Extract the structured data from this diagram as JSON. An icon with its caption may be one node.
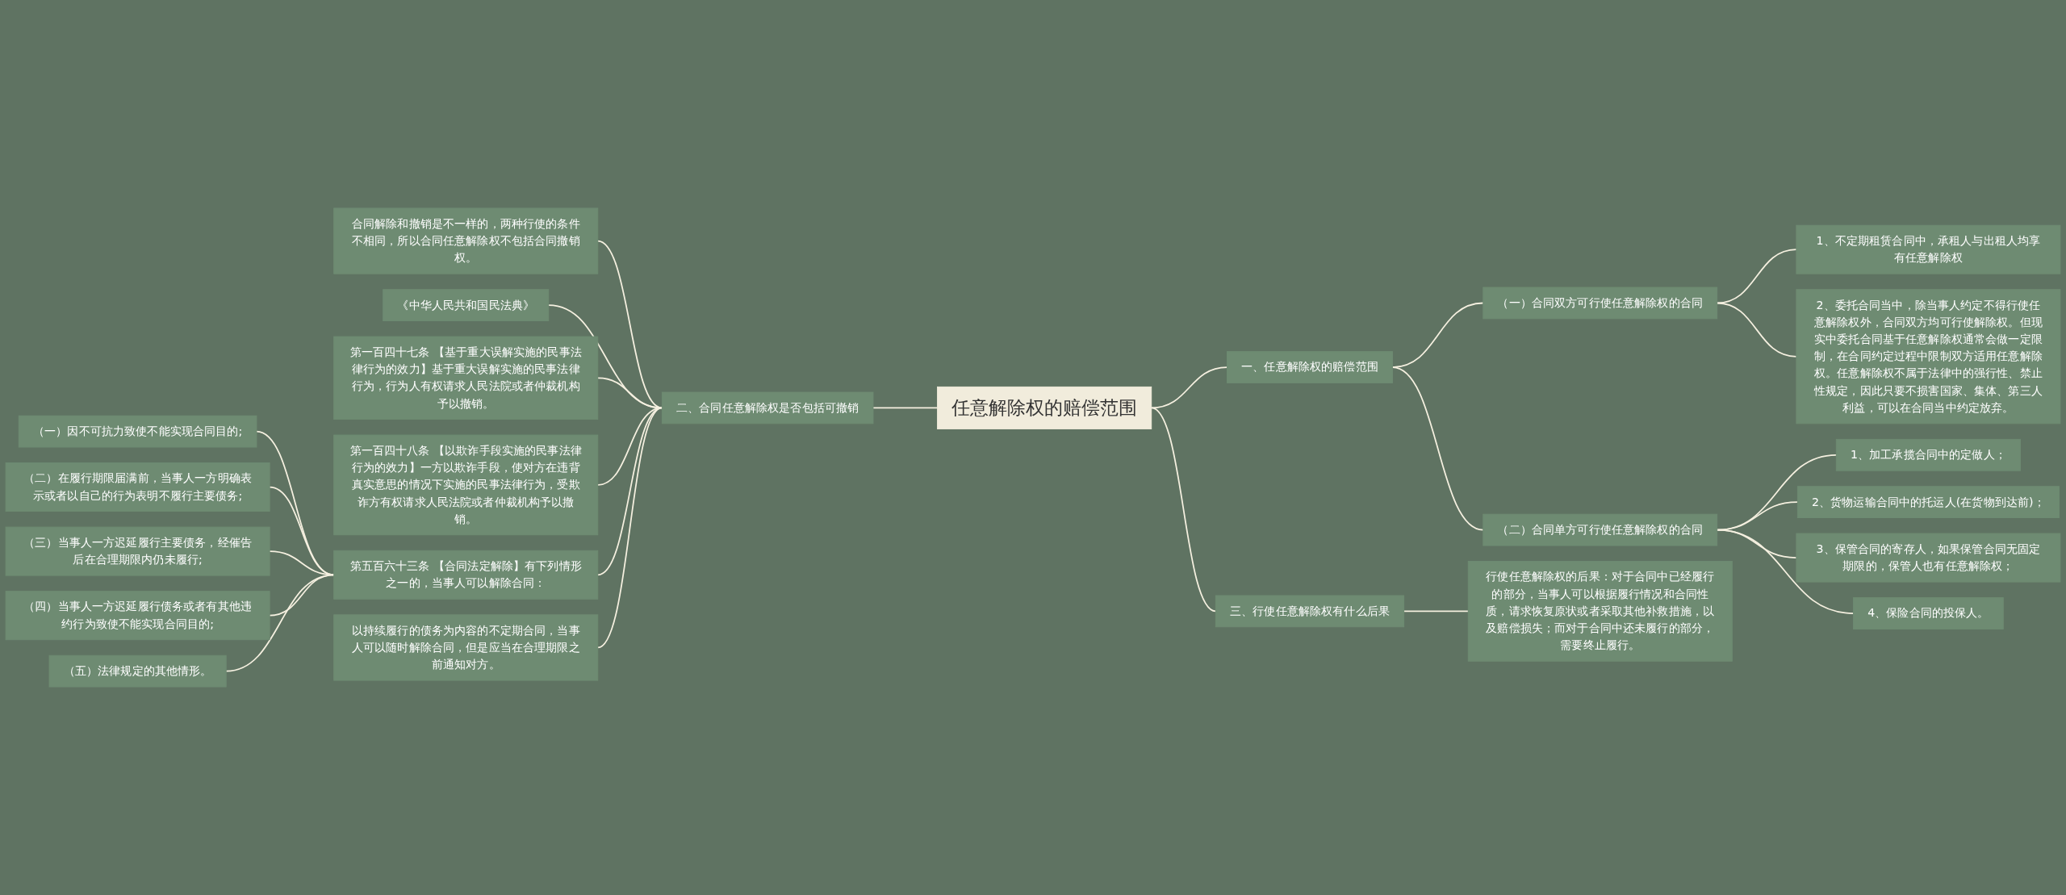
{
  "diagram": {
    "nodes": [
      {
        "text": [
          "任意解除权的赔偿范围"
        ]
      },
      {
        "text": [
          "一、任意解除权的赔偿范围"
        ]
      },
      {
        "text": [
          "（一）合同双方可行使任意解除权的合同"
        ]
      },
      {
        "text": [
          "1、不定期租赁合同中，承租人与出租人均享有任意解除权"
        ]
      },
      {
        "text": [
          "2、委托合同当中，除当事人约定不得行使任意解除权外，合同双方均可行使解除权。但现实中委托合同基于任意解除权通常会做一定限制，在合同约定过程中限制双方适用任意解除权。任意解除权不属于法律中的强行性、禁止性规定，因此只要不损害国家、集体、第三人利益，可以在合同当中约定放弃。"
        ]
      },
      {
        "text": [
          "（二）合同单方可行使任意解除权的合同"
        ]
      },
      {
        "text": [
          "1、加工承揽合同中的定做人；"
        ]
      },
      {
        "text": [
          "2、货物运输合同中的托运人(在货物到达前)；"
        ]
      },
      {
        "text": [
          "3、保管合同的寄存人，如果保管合同无固定期限的，保管人也有任意解除权；"
        ]
      },
      {
        "text": [
          "4、保险合同的投保人。"
        ]
      },
      {
        "text": [
          "三、行使任意解除权有什么后果"
        ]
      },
      {
        "text": [
          "行使任意解除权的后果：对于合同中已经履行的部分，当事人可以根据履行情况和合同性质，请求恢复原状或者采取其他补救措施，以及赔偿损失；而对于合同中还未履行的部分，需要终止履行。"
        ]
      },
      {
        "text": [
          "二、合同任意解除权是否包括可撤销"
        ]
      },
      {
        "text": [
          "合同解除和撤销是不一样的，两种行使的条件不相同，所以合同任意解除权不包括合同撤销权。"
        ]
      },
      {
        "text": [
          "《中华人民共和国民法典》"
        ]
      },
      {
        "text": [
          "第一百四十七条 【基于重大误解实施的民事法律行为的效力】基于重大误解实施的民事法律行为，行为人有权请求人民法院或者仲裁机构予以撤销。"
        ]
      },
      {
        "text": [
          "第一百四十八条 【以欺诈手段实施的民事法律行为的效力】一方以欺诈手段，使对方在违背真实意思的情况下实施的民事法律行为，受欺诈方有权请求人民法院或者仲裁机构予以撤销。"
        ]
      },
      {
        "text": [
          "第五百六十三条 【合同法定解除】有下列情形之一的，当事人可以解除合同："
        ]
      },
      {
        "text": [
          "（一）因不可抗力致使不能实现合同目的;"
        ]
      },
      {
        "text": [
          "（二）在履行期限届满前，当事人一方明确表示或者以自己的行为表明不履行主要债务;"
        ]
      },
      {
        "text": [
          "（三）当事人一方迟延履行主要债务，经催告后在合理期限内仍未履行;"
        ]
      },
      {
        "text": [
          "（四）当事人一方迟延履行债务或者有其他违约行为致使不能实现合同目的;"
        ]
      },
      {
        "text": [
          "（五）法律规定的其他情形。"
        ]
      },
      {
        "text": [
          "以持续履行的债务为内容的不定期合同，当事人可以随时解除合同，但是应当在合理期限之前通知对方。"
        ]
      }
    ],
    "edges": [
      {
        "from": 0,
        "to": 1,
        "arrow": "none"
      },
      {
        "from": 1,
        "to": 2,
        "arrow": "none"
      },
      {
        "from": 2,
        "to": 3,
        "arrow": "none"
      },
      {
        "from": 2,
        "to": 4,
        "arrow": "none"
      },
      {
        "from": 1,
        "to": 5,
        "arrow": "none"
      },
      {
        "from": 5,
        "to": 6,
        "arrow": "none"
      },
      {
        "from": 5,
        "to": 7,
        "arrow": "none"
      },
      {
        "from": 5,
        "to": 8,
        "arrow": "none"
      },
      {
        "from": 5,
        "to": 9,
        "arrow": "none"
      },
      {
        "from": 0,
        "to": 10,
        "arrow": "none"
      },
      {
        "from": 10,
        "to": 11,
        "arrow": "none"
      },
      {
        "from": 12,
        "to": 0,
        "arrow": "none"
      },
      {
        "from": 13,
        "to": 12,
        "arrow": "none"
      },
      {
        "from": 14,
        "to": 12,
        "arrow": "none"
      },
      {
        "from": 15,
        "to": 12,
        "arrow": "none"
      },
      {
        "from": 16,
        "to": 12,
        "arrow": "none"
      },
      {
        "from": 17,
        "to": 12,
        "arrow": "none"
      },
      {
        "from": 18,
        "to": 17,
        "arrow": "none"
      },
      {
        "from": 19,
        "to": 17,
        "arrow": "none"
      },
      {
        "from": 20,
        "to": 17,
        "arrow": "none"
      },
      {
        "from": 21,
        "to": 17,
        "arrow": "none"
      },
      {
        "from": 22,
        "to": 17,
        "arrow": "none"
      },
      {
        "from": 23,
        "to": 12,
        "arrow": "none"
      }
    ]
  }
}
